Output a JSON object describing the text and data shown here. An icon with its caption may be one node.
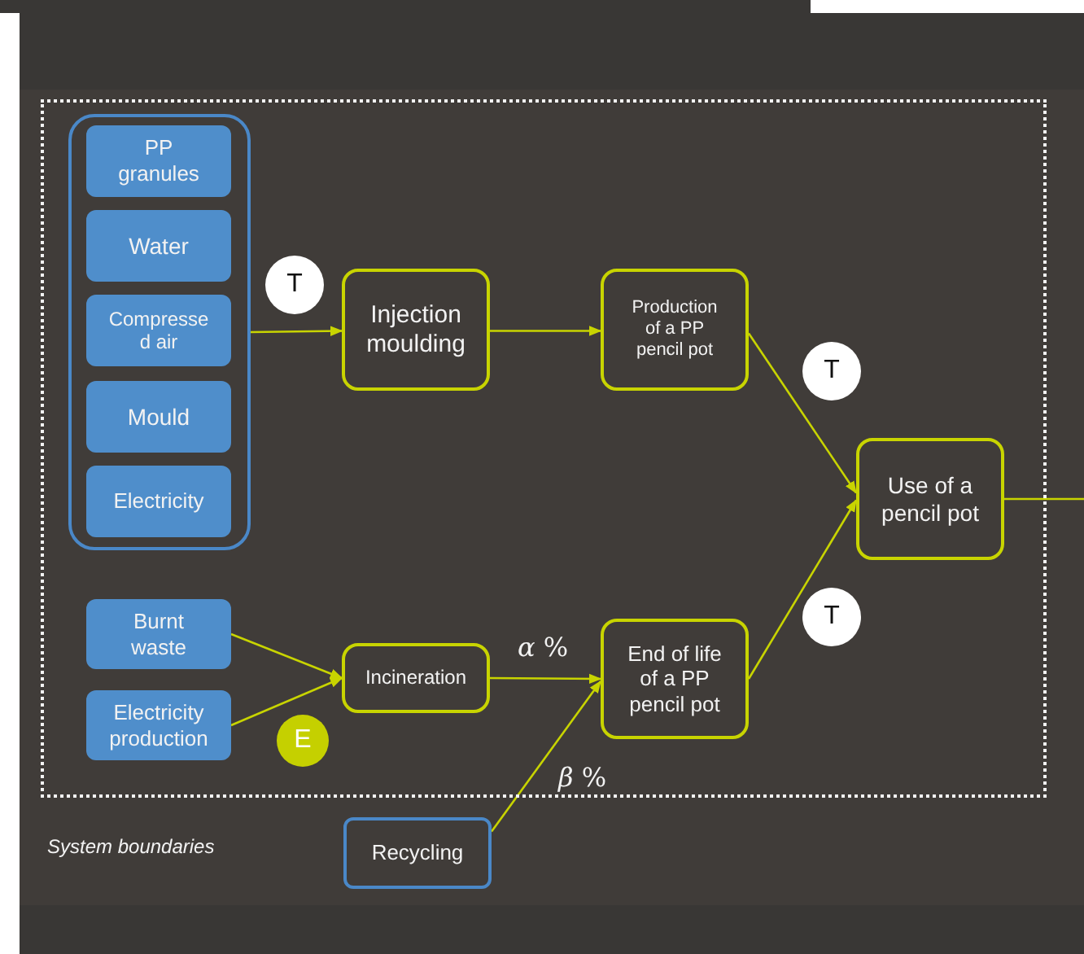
{
  "diagram": {
    "nodes": [
      {
        "text": [
          "System boundaries"
        ]
      },
      {
        "text": [],
        "shape": "box",
        "in": 0
      },
      {
        "text": [
          "PP granules"
        ],
        "in": 1
      },
      {
        "text": [
          "Water"
        ],
        "in": 1
      },
      {
        "text": [
          "Compresse d air"
        ],
        "in": 1
      },
      {
        "text": [
          "Mould"
        ],
        "in": 1
      },
      {
        "text": [
          "Electricity"
        ],
        "in": 1
      },
      {
        "text": [
          "Injection moulding"
        ],
        "in": 0
      },
      {
        "text": [
          "Production of a PP pencil pot"
        ],
        "in": 0
      },
      {
        "text": [
          "Use of a pencil pot"
        ],
        "in": 0
      },
      {
        "text": [
          "Burnt waste"
        ],
        "in": 0
      },
      {
        "text": [
          "Electricity production"
        ],
        "in": 0
      },
      {
        "text": [
          "Incineration"
        ],
        "in": 0
      },
      {
        "text": [
          "End of life of a PP pencil pot"
        ],
        "in": 0
      },
      {
        "text": [
          "Recycling"
        ]
      },
      {
        "text": [
          "T"
        ],
        "in": 0
      },
      {
        "text": [
          "T"
        ],
        "in": 0
      },
      {
        "text": [
          "T"
        ],
        "in": 0
      },
      {
        "text": [
          "E"
        ],
        "in": 0
      }
    ],
    "edges": [
      {
        "from": 1,
        "to": 7,
        "arrow": "to"
      },
      {
        "from": 7,
        "to": 8,
        "arrow": "to"
      },
      {
        "from": 8,
        "to": 9,
        "arrow": "to"
      },
      {
        "from": 13,
        "to": 9,
        "arrow": "to"
      },
      {
        "from": 10,
        "to": 12,
        "arrow": "to"
      },
      {
        "from": 11,
        "to": 12,
        "arrow": "to"
      },
      {
        "from": 12,
        "to": 13,
        "arrow": "to",
        "label": "*α* %"
      },
      {
        "from": 14,
        "to": 13,
        "arrow": "to",
        "label": "*β* %"
      },
      {
        "from": 9,
        "to": null,
        "arrow": "none"
      }
    ]
  }
}
